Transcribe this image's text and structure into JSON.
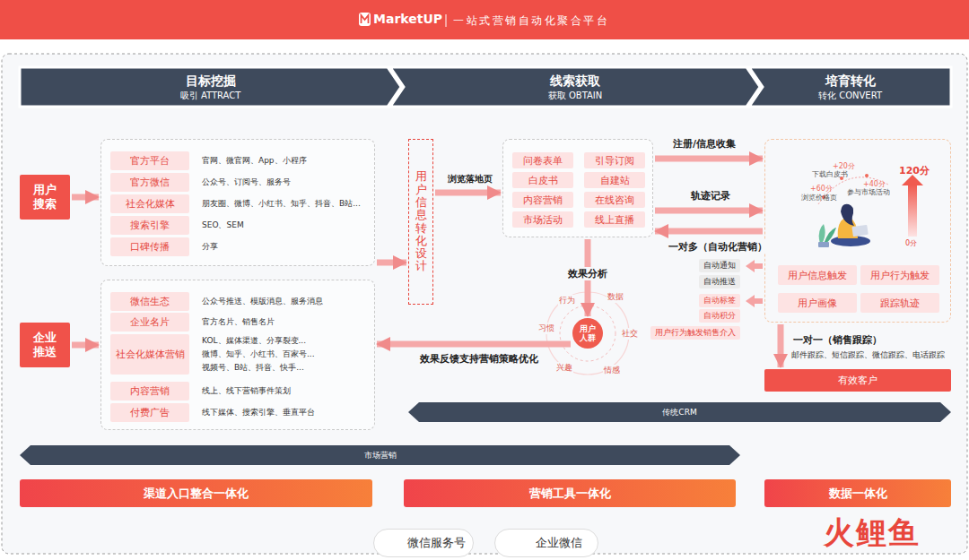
{
  "diagram": {
    "title": "一站式营销自动化聚合平台",
    "nodes": [
      {
        "text": [
          "目标挖掘",
          "吸引 ATTRACT"
        ]
      },
      {
        "text": [
          "线索获取",
          "获取 OBTAIN"
        ]
      },
      {
        "text": [
          "培育转化",
          "转化 CONVERT"
        ]
      },
      {
        "text": [
          "用户搜索"
        ]
      },
      {
        "text": []
      },
      {
        "text": [
          "官方平台",
          "官网、微官网、App、小程序"
        ],
        "in": 4
      },
      {
        "text": [
          "官方微信",
          "公众号、订阅号、服务号"
        ],
        "in": 4
      },
      {
        "text": [
          "社会化媒体",
          "朋友圈、微博、小红书、知乎、抖音、B站..."
        ],
        "in": 4
      },
      {
        "text": [
          "搜索引擎",
          "SEO、SEM"
        ],
        "in": 4
      },
      {
        "text": [
          "口碑传播",
          "分享"
        ],
        "in": 4
      },
      {
        "text": [
          "用户信息转化设计"
        ]
      },
      {
        "text": []
      },
      {
        "text": [
          "问卷表单"
        ],
        "in": 11
      },
      {
        "text": [
          "引导订阅"
        ],
        "in": 11
      },
      {
        "text": [
          "白皮书"
        ],
        "in": 11
      },
      {
        "text": [
          "自建站"
        ],
        "in": 11
      },
      {
        "text": [
          "内容营销"
        ],
        "in": 11
      },
      {
        "text": [
          "在线咨询"
        ],
        "in": 11
      },
      {
        "text": [
          "市场活动"
        ],
        "in": 11
      },
      {
        "text": [
          "线上直播"
        ],
        "in": 11
      },
      {
        "text": []
      },
      {
        "text": [
          "用户信息触发"
        ],
        "in": 20
      },
      {
        "text": [
          "用户行为触发"
        ],
        "in": 20
      },
      {
        "text": [
          "用户画像"
        ],
        "in": 20
      },
      {
        "text": [
          "跟踪轨迹"
        ],
        "in": 20
      },
      {
        "text": [
          "企业推送"
        ]
      },
      {
        "text": []
      },
      {
        "text": [
          "微信生态",
          "公众号推送、模版消息、服务消息"
        ],
        "in": 26
      },
      {
        "text": [
          "企业名片",
          "官方名片、销售名片"
        ],
        "in": 26
      },
      {
        "text": [
          "社会化媒体营销",
          "KOL、媒体渠道、分享裂变...",
          "微博、知乎、小红书、百家号...",
          "视频号、B站、抖音、快手..."
        ],
        "in": 26
      },
      {
        "text": [
          "内容营销",
          "线上、线下营销事件策划"
        ],
        "in": 26
      },
      {
        "text": [
          "付费广告",
          "线下媒体、搜索引擎、垂直平台"
        ],
        "in": 26
      },
      {
        "text": [
          "自动通知"
        ]
      },
      {
        "text": [
          "自动推送"
        ]
      },
      {
        "text": [
          "自动标签"
        ]
      },
      {
        "text": [
          "自动积分"
        ]
      },
      {
        "text": [
          "用户 人群"
        ]
      },
      {
        "text": [
          "用户行为触发销售介入"
        ]
      },
      {
        "text": [
          "有效客户"
        ]
      },
      {
        "text": [
          "传统CRM"
        ]
      },
      {
        "text": [
          "市场营销"
        ]
      },
      {
        "text": [
          "渠道入口整合一体化"
        ]
      },
      {
        "text": [
          "营销工具一体化"
        ]
      },
      {
        "text": [
          "数据一体化"
        ]
      },
      {
        "text": [
          "微信服务号"
        ]
      },
      {
        "text": [
          "企业微信"
        ]
      }
    ],
    "edges": [
      {
        "from": 3,
        "to": 4,
        "arrow": "to"
      },
      {
        "from": 25,
        "to": 26,
        "arrow": "to"
      },
      {
        "from": 4,
        "to": 10,
        "arrow": "to"
      },
      {
        "from": 10,
        "to": 11,
        "label": "浏览落地页",
        "arrow": "to"
      },
      {
        "from": 11,
        "to": 20,
        "label": "注册/信息收集",
        "arrow": "to"
      },
      {
        "from": 11,
        "to": 20,
        "label": "轨迹记录",
        "arrow": "to"
      },
      {
        "from": 20,
        "to": 11,
        "label": "一对多（自动化营销）",
        "arrow": "to"
      },
      {
        "from": 11,
        "to": 36,
        "label": "效果分析",
        "arrow": "to"
      },
      {
        "from": 36,
        "to": 26,
        "label": "效果反馈支持营销策略优化",
        "arrow": "to"
      },
      {
        "from": 20,
        "to": 38,
        "label": "一对一（销售跟踪）",
        "arrow": "to"
      }
    ],
    "labels": [
      "MarketUP",
      "+20分",
      "下载白皮书",
      "+40分",
      "参与市场活动",
      "+60分",
      "浏览价格页",
      "120分",
      "0分",
      "行为",
      "数据",
      "习惯",
      "社交",
      "兴趣",
      "情感",
      "邮件跟踪、短信跟踪、微信跟踪、电话跟踪",
      "火鲤鱼"
    ]
  }
}
